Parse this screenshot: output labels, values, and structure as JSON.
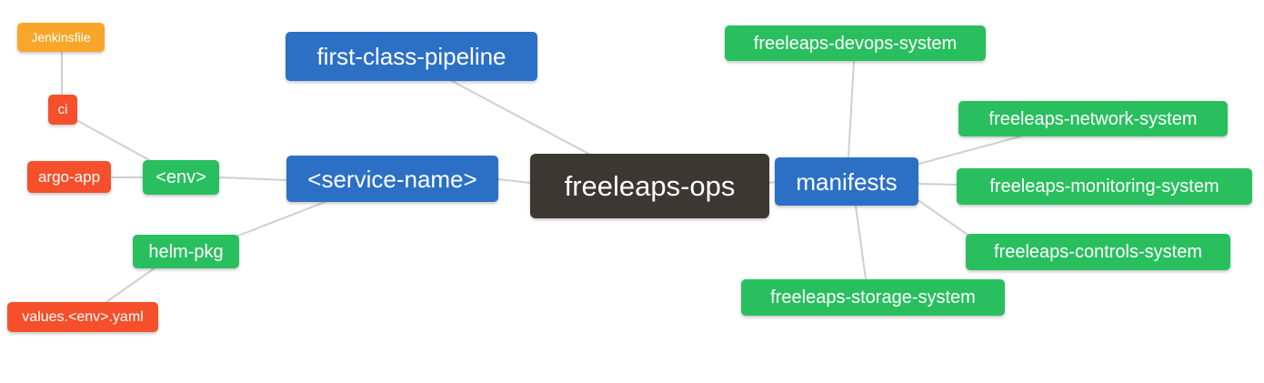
{
  "diagram": {
    "type": "mindmap",
    "root_label": "freeleaps-ops"
  },
  "palette": {
    "root": "#3b3733",
    "level1": "#2c70c6",
    "level2": "#29bf5f",
    "level3": "#f5502b",
    "level4": "#f8a62a",
    "edge": "#cfcfcf",
    "text": "#ffffff",
    "background": "#ffffff"
  },
  "mindmap": {
    "nodes": [
      {
        "id": "freeleaps-ops",
        "label": "freeleaps-ops",
        "level": "root"
      },
      {
        "id": "first-class-pipeline",
        "label": "first-class-pipeline",
        "level": 1
      },
      {
        "id": "service-name",
        "label": "<service-name>",
        "level": 1
      },
      {
        "id": "manifests",
        "label": "manifests",
        "level": 1
      },
      {
        "id": "env",
        "label": "<env>",
        "level": 2
      },
      {
        "id": "helm-pkg",
        "label": "helm-pkg",
        "level": 2
      },
      {
        "id": "ci",
        "label": "ci",
        "level": 3
      },
      {
        "id": "argo-app",
        "label": "argo-app",
        "level": 3
      },
      {
        "id": "values-env-yaml",
        "label": "values.<env>.yaml",
        "level": 3
      },
      {
        "id": "jenkinsfile",
        "label": "Jenkinsfile",
        "level": 4
      },
      {
        "id": "freeleaps-devops-system",
        "label": "freeleaps-devops-system",
        "level": 2
      },
      {
        "id": "freeleaps-network-system",
        "label": "freeleaps-network-system",
        "level": 2
      },
      {
        "id": "freeleaps-monitoring-system",
        "label": "freeleaps-monitoring-system",
        "level": 2
      },
      {
        "id": "freeleaps-controls-system",
        "label": "freeleaps-controls-system",
        "level": 2
      },
      {
        "id": "freeleaps-storage-system",
        "label": "freeleaps-storage-system",
        "level": 2
      }
    ],
    "edges": [
      {
        "from": "Jenkinsfile",
        "to": "ci"
      },
      {
        "from": "ci",
        "to": "<env>"
      },
      {
        "from": "argo-app",
        "to": "<env>"
      },
      {
        "from": "<env>",
        "to": "<service-name>"
      },
      {
        "from": "helm-pkg",
        "to": "<service-name>"
      },
      {
        "from": "values.<env>.yaml",
        "to": "helm-pkg"
      },
      {
        "from": "first-class-pipeline",
        "to": "freeleaps-ops"
      },
      {
        "from": "<service-name>",
        "to": "freeleaps-ops"
      },
      {
        "from": "freeleaps-ops",
        "to": "manifests"
      },
      {
        "from": "manifests",
        "to": "freeleaps-devops-system"
      },
      {
        "from": "manifests",
        "to": "freeleaps-network-system"
      },
      {
        "from": "manifests",
        "to": "freeleaps-monitoring-system"
      },
      {
        "from": "manifests",
        "to": "freeleaps-controls-system"
      },
      {
        "from": "manifests",
        "to": "freeleaps-storage-system"
      }
    ]
  }
}
